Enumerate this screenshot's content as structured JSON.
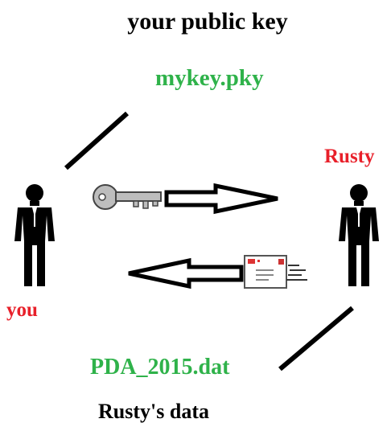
{
  "labels": {
    "top_caption": "your public key",
    "public_key_file": "mykey.pky",
    "recipient_name": "Rusty",
    "sender_name": "you",
    "data_file": "PDA_2015.dat",
    "bottom_caption": "Rusty's data"
  },
  "colors": {
    "caption": "#000000",
    "filename": "#2fb24a",
    "person_name": "#e8202a"
  },
  "icons": [
    "person-icon",
    "key-icon",
    "arrow-right-icon",
    "arrow-left-icon",
    "envelope-icon",
    "person-icon"
  ]
}
